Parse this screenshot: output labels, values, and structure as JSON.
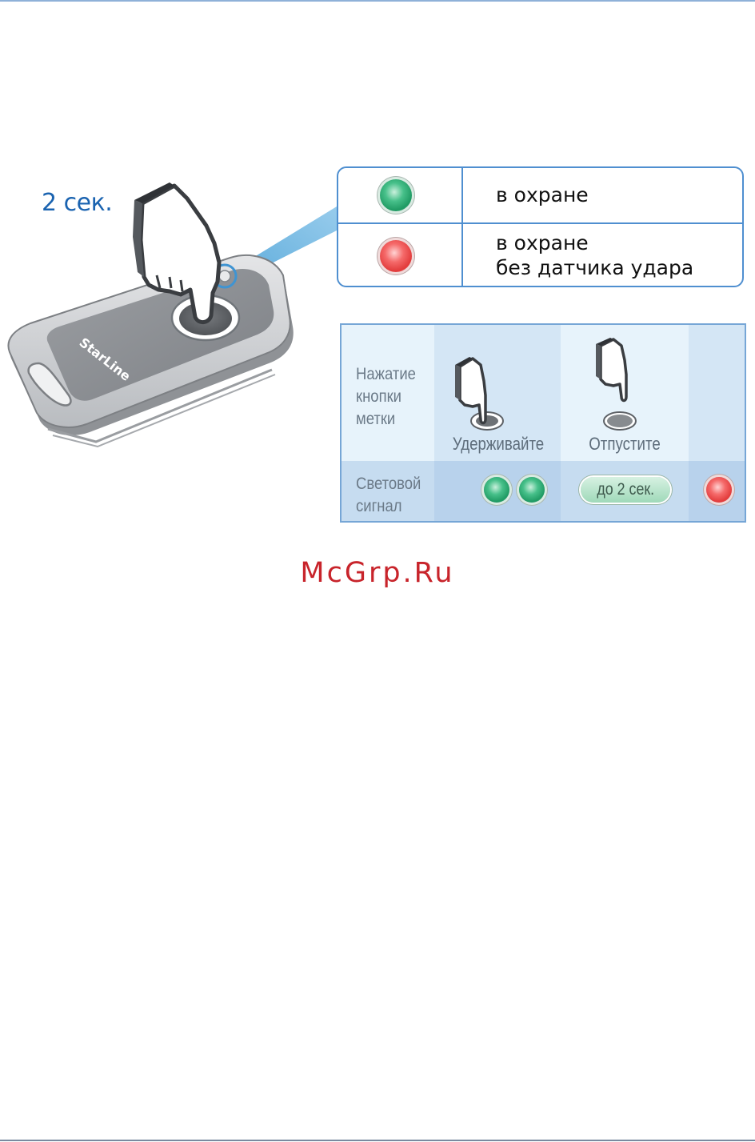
{
  "illustration": {
    "duration_label": "2 сек.",
    "brand_label": "StarLine"
  },
  "legend": {
    "rows": [
      {
        "led": "green",
        "text": "в охране"
      },
      {
        "led": "red",
        "text_line1": "в охране",
        "text_line2": "без датчика удара"
      }
    ]
  },
  "sequence": {
    "row1_label_line1": "Нажатие",
    "row1_label_line2": "кнопки",
    "row1_label_line3": "метки",
    "row2_label_line1": "Световой",
    "row2_label_line2": "сигнал",
    "step_hold": "Удерживайте",
    "step_release": "Отпустите",
    "duration_pill": "до 2 сек."
  },
  "watermark": "McGrp.Ru",
  "colors": {
    "accent_blue": "#1a63b0",
    "frame_blue": "#4f8fd0",
    "led_green": "#1f9a63",
    "led_red": "#e23b3b",
    "watermark_red": "#c8242b"
  }
}
